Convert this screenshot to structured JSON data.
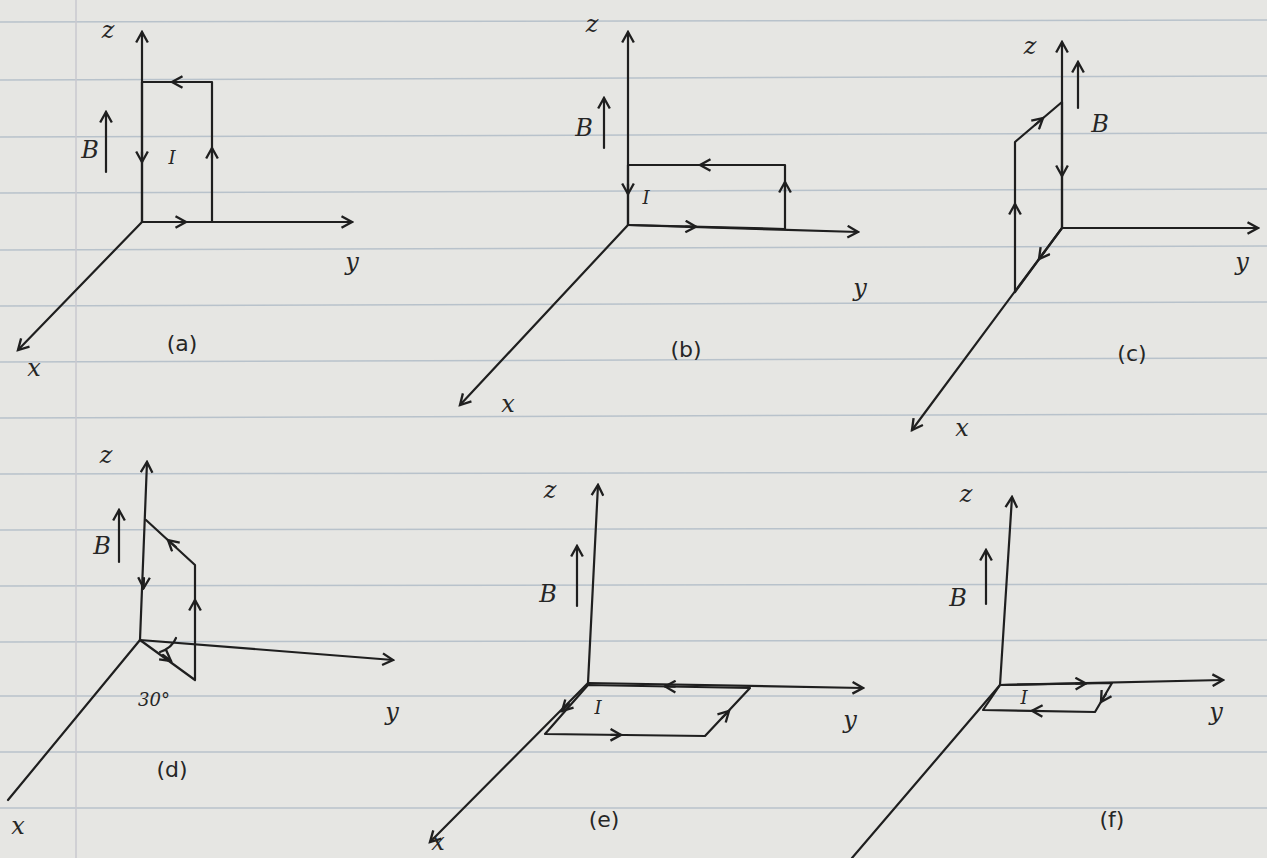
{
  "diagram": {
    "labels": [
      "z",
      "B",
      "I",
      "y",
      "x",
      "(a)",
      "z",
      "B",
      "I",
      "y",
      "x",
      "(b)",
      "z",
      "B",
      "y",
      "x",
      "(c)",
      "z",
      "B",
      "30°",
      "y",
      "x",
      "(d)",
      "z",
      "B",
      "I",
      "y",
      "x",
      "(e)",
      "z",
      "B",
      "I",
      "y",
      "(f)"
    ]
  }
}
